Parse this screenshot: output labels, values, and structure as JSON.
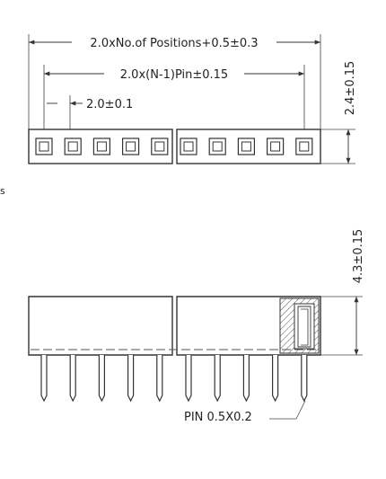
{
  "dimensions": {
    "overall": "2.0xNo.of  Positions+0.5±0.3",
    "pin_span": "2.0x(N-1)Pin±0.15",
    "pitch": "2.0±0.1",
    "height_top": "2.4±0.15",
    "height_side": "4.3±0.15",
    "pin_size": "PIN  0.5X0.2"
  },
  "stray_mark": "s",
  "contacts": {
    "top_count": 10,
    "pin_count": 10
  }
}
